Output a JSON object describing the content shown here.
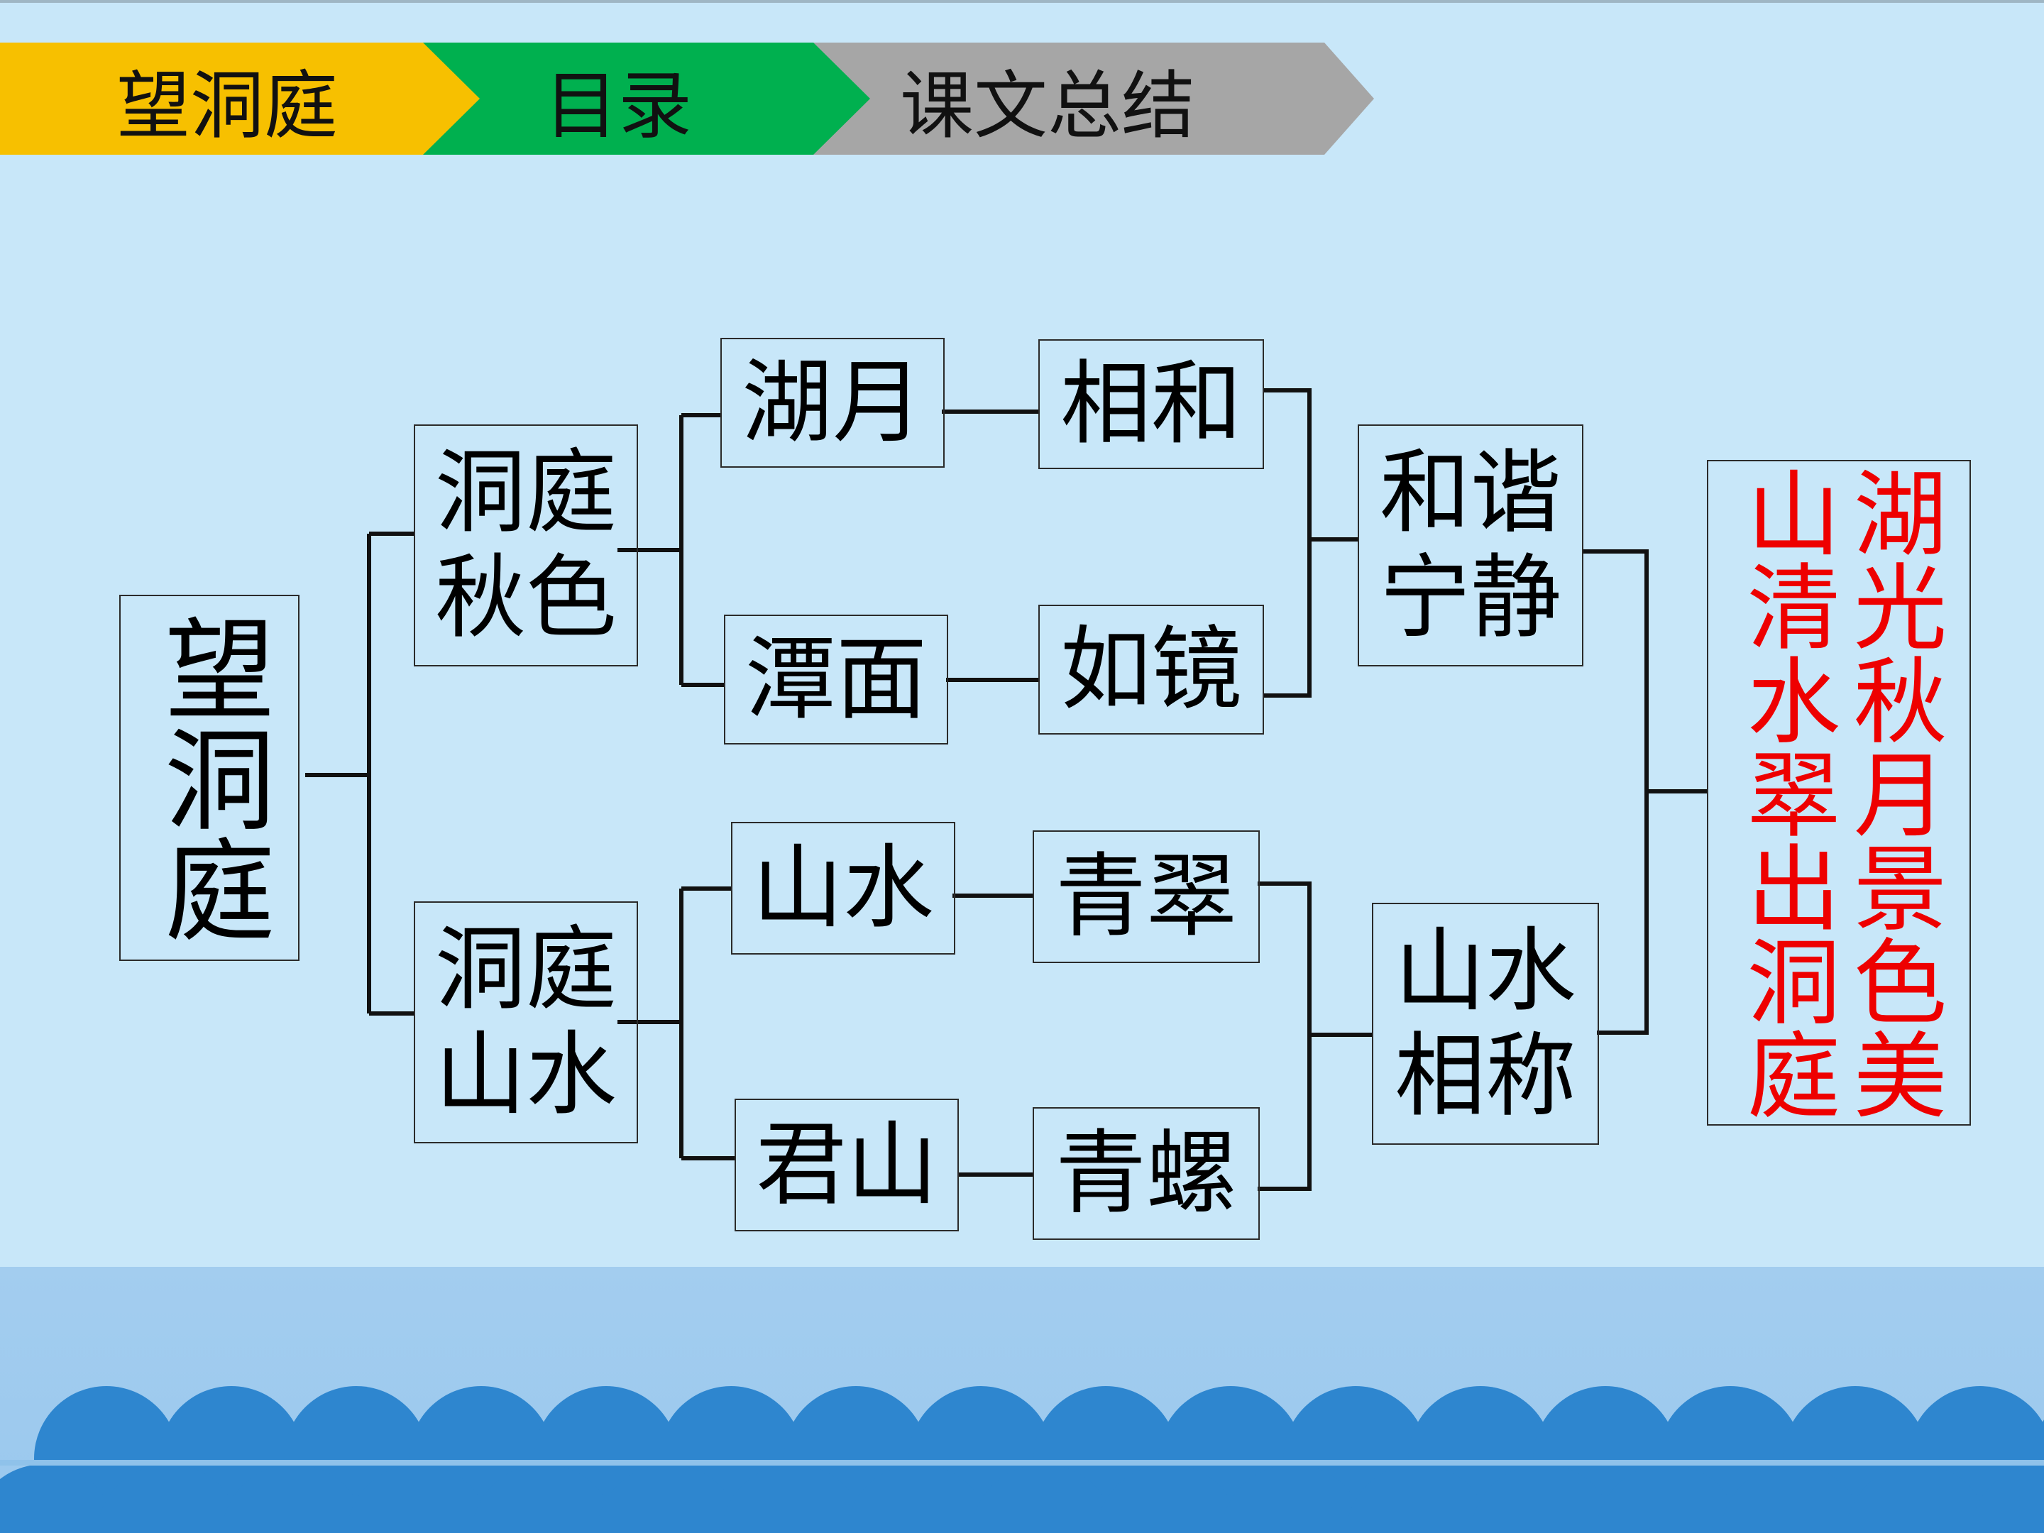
{
  "nav": {
    "tab1": "望洞庭",
    "tab2": "目录",
    "tab3": "课文总结"
  },
  "diagram": {
    "root": "望洞庭",
    "branch_autumn": "洞庭\n秋色",
    "branch_landscape": "洞庭\n山水",
    "lake_moon": "湖月",
    "pool_surface": "潭面",
    "harmony": "相和",
    "mirror": "如镜",
    "mountain_water": "山水",
    "jun_mountain": "君山",
    "verdant": "青翠",
    "green_snail": "青螺",
    "harmonious_quiet": "和谐\n宁静",
    "mountain_water_match": "山水\n相称",
    "summary_col1": "湖光秋月景色美",
    "summary_col2": "山清水翠出洞庭"
  },
  "colors": {
    "nav1": "#f7c000",
    "nav2": "#00b04f",
    "nav3": "#a6a6a6",
    "background": "#c8e7f9",
    "summary_text": "#ee0000",
    "wave": "#2e86cf"
  }
}
